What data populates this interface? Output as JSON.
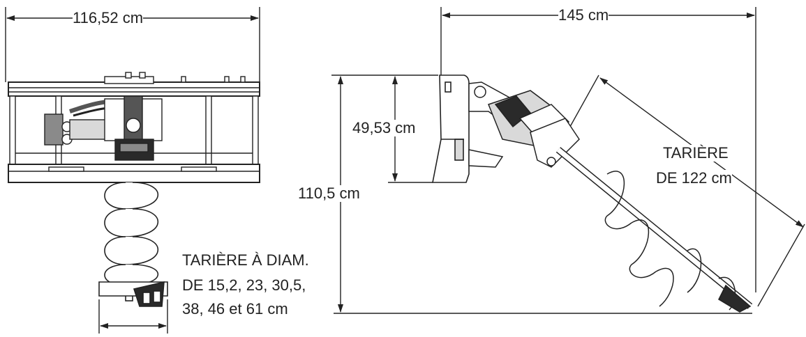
{
  "colors": {
    "line": "#222222",
    "fill_dark": "#2a2a2a",
    "fill_mid": "#8a8a8a",
    "fill_light": "#d9d9d9",
    "background": "#ffffff"
  },
  "dimensions": {
    "front_width": "116,52 cm",
    "side_length": "145 cm",
    "side_mount_height": "49,53 cm",
    "side_total_height": "110,5 cm",
    "auger_length_line1": "TARIÈRE",
    "auger_length_line2": "DE 122 cm"
  },
  "auger_diameter_note": {
    "line1": "TARIÈRE À DIAM.",
    "line2": "DE 15,2, 23, 30,5,",
    "line3": "38, 46 et 61 cm"
  }
}
